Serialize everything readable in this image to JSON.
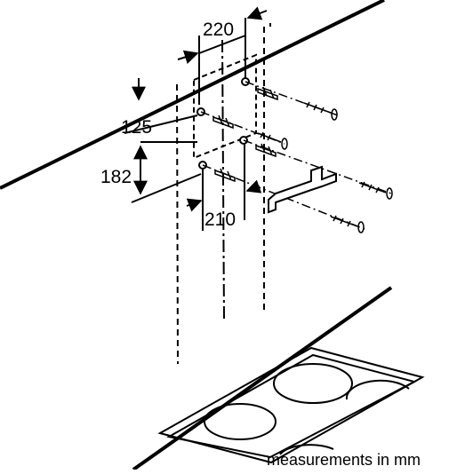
{
  "dimensions": {
    "top_width": "220",
    "offset_down": "125",
    "vertical_spacing": "182",
    "bottom_width": "210"
  },
  "caption": "measurements in mm",
  "colors": {
    "ink": "#000000",
    "background": "#ffffff"
  }
}
